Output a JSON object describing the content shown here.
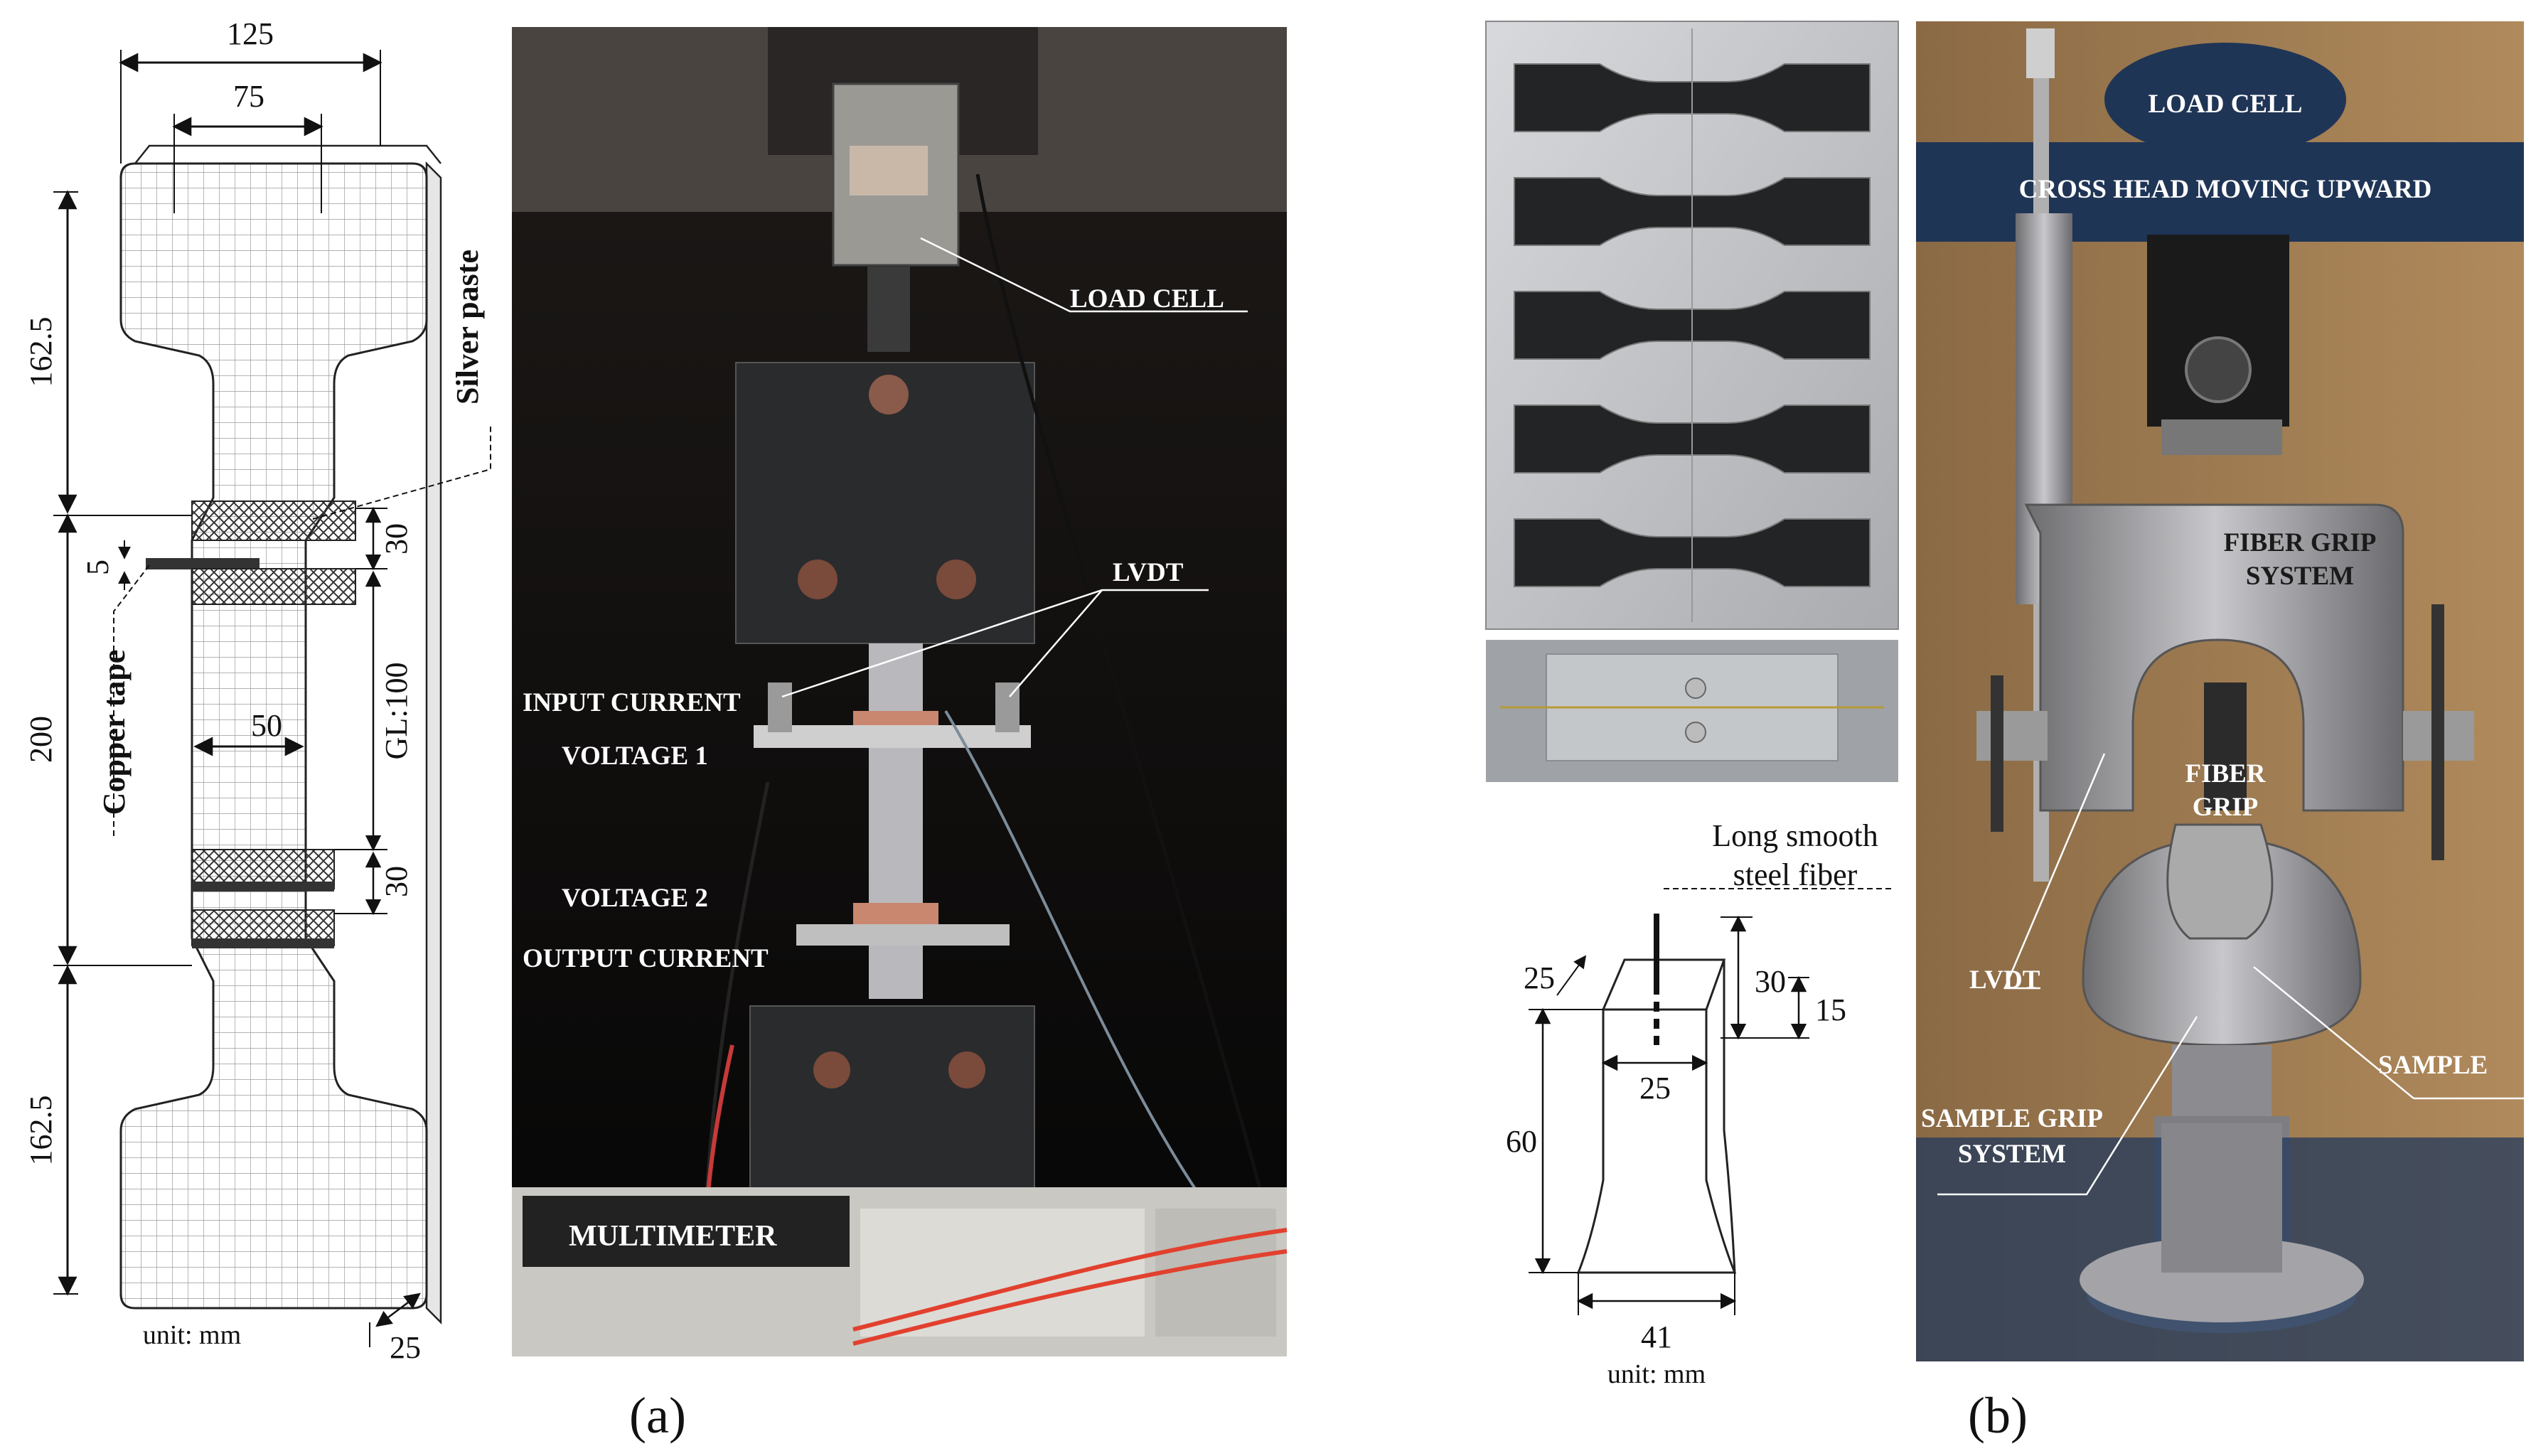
{
  "panel_a": {
    "caption": "(a)",
    "drawing": {
      "dim_top_width": "125",
      "dim_neck_width": "75",
      "dim_head_len_top": "162.5",
      "dim_middle": "200",
      "dim_head_len_bottom": "162.5",
      "dim_copper_gap": "5",
      "dim_band_top": "30",
      "dim_gauge": "GL:100",
      "dim_band_bottom": "30",
      "dim_width_mid": "50",
      "dim_thickness": "25",
      "label_silver_paste": "Silver paste",
      "label_copper_tape": "Copper tape",
      "unit": "unit: mm"
    },
    "photo_labels": {
      "load_cell": "LOAD CELL",
      "lvdt": "LVDT",
      "input_current": "INPUT CURRENT",
      "voltage_1": "VOLTAGE 1",
      "voltage_2": "VOLTAGE 2",
      "output_current": "OUTPUT CURRENT",
      "multimeter": "MULTIMETER"
    }
  },
  "panel_b": {
    "caption": "(b)",
    "drawing": {
      "fiber_label_1": "Long smooth",
      "fiber_label_2": "steel fiber",
      "dim_30": "30",
      "dim_15": "15",
      "dim_25_top": "25",
      "dim_25_mid": "25",
      "dim_60": "60",
      "dim_41": "41",
      "unit": "unit: mm"
    },
    "photo_labels": {
      "load_cell": "LOAD CELL",
      "cross_head": "CROSS HEAD MOVING UPWARD",
      "fiber_grip_system_1": "FIBER GRIP",
      "fiber_grip_system_2": "SYSTEM",
      "fiber_grip_1": "FIBER",
      "fiber_grip_2": "GRIP",
      "lvdt": "LVDT",
      "sample": "SAMPLE",
      "sample_grip_1": "SAMPLE GRIP",
      "sample_grip_2": "SYSTEM"
    }
  }
}
